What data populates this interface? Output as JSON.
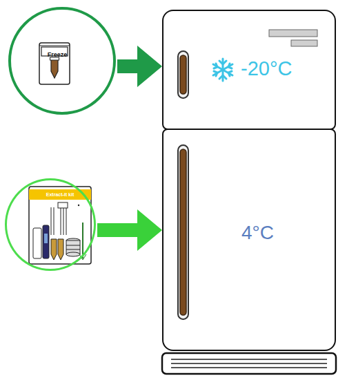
{
  "diagram": {
    "nodes": [
      {
        "text": [
          "Freeze"
        ]
      },
      {
        "text": [
          "-20°C"
        ]
      },
      {
        "text": [
          "Extract-it kit"
        ]
      },
      {
        "text": [
          "4°C"
        ]
      }
    ],
    "edges": [
      {
        "from": 0,
        "to": 1,
        "arrow": "to"
      },
      {
        "from": 2,
        "to": 3,
        "arrow": "to"
      }
    ]
  }
}
